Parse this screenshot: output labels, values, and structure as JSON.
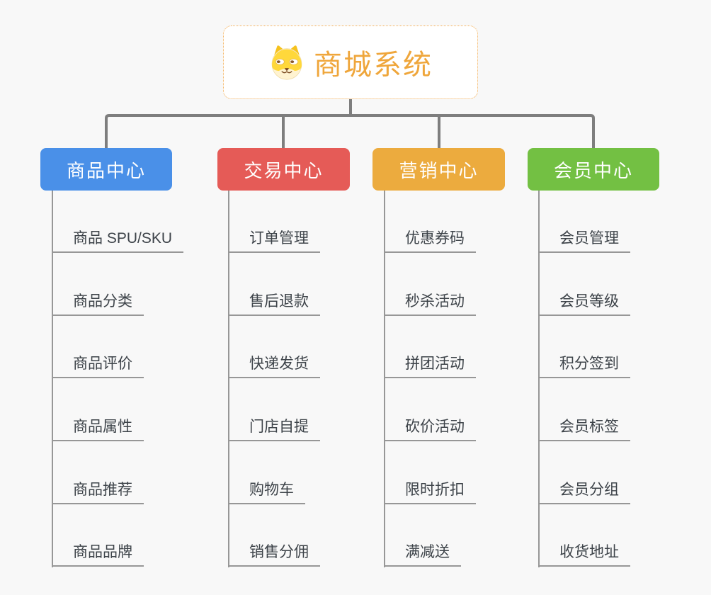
{
  "root": {
    "title": "商城系统",
    "icon": "dog-face-icon"
  },
  "colors": {
    "background": "#f8f8f8",
    "root_title": "#efa63b",
    "root_border": "#f3ae55",
    "connector": "#7e7e7e",
    "branch_line": "#979797",
    "item_text": "#3d4349",
    "branch_blue": "#4a90e8",
    "branch_red": "#e55b57",
    "branch_orange": "#ecab3e",
    "branch_green": "#73c043"
  },
  "branches": [
    {
      "label": "商品中心",
      "color": "#4a90e8",
      "children": [
        "商品 SPU/SKU",
        "商品分类",
        "商品评价",
        "商品属性",
        "商品推荐",
        "商品品牌"
      ]
    },
    {
      "label": "交易中心",
      "color": "#e55b57",
      "children": [
        "订单管理",
        "售后退款",
        "快递发货",
        "门店自提",
        "购物车",
        "销售分佣"
      ]
    },
    {
      "label": "营销中心",
      "color": "#ecab3e",
      "children": [
        "优惠券码",
        "秒杀活动",
        "拼团活动",
        "砍价活动",
        "限时折扣",
        "满减送"
      ]
    },
    {
      "label": "会员中心",
      "color": "#73c043",
      "children": [
        "会员管理",
        "会员等级",
        "积分签到",
        "会员标签",
        "会员分组",
        "收货地址"
      ]
    }
  ]
}
